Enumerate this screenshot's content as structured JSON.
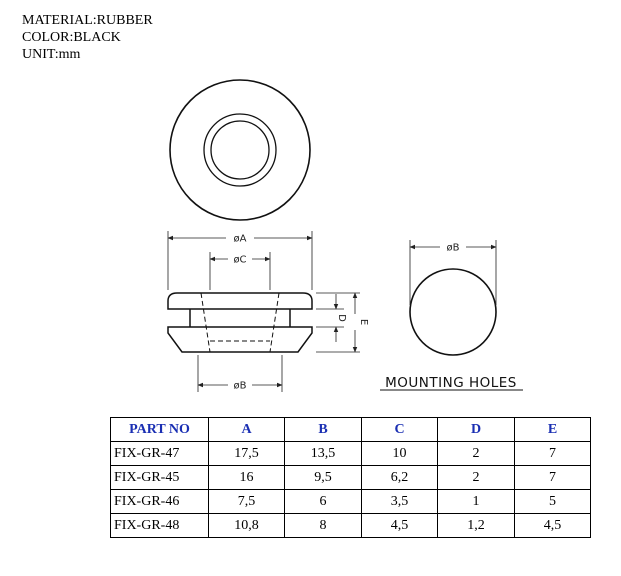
{
  "spec": {
    "material": "MATERIAL:RUBBER",
    "color": "COLOR:BLACK",
    "unit": "UNIT:mm"
  },
  "drawing": {
    "dim_a": "øA",
    "dim_b": "øB",
    "dim_c": "øC",
    "dim_d": "D",
    "dim_e": "E",
    "mount_dim_b": "øB",
    "mounting_holes": "MOUNTING HOLES"
  },
  "table": {
    "headers": [
      "PART NO",
      "A",
      "B",
      "C",
      "D",
      "E"
    ],
    "rows": [
      [
        "FIX-GR-47",
        "17,5",
        "13,5",
        "10",
        "2",
        "7"
      ],
      [
        "FIX-GR-45",
        "16",
        "9,5",
        "6,2",
        "2",
        "7"
      ],
      [
        "FIX-GR-46",
        "7,5",
        "6",
        "3,5",
        "1",
        "5"
      ],
      [
        "FIX-GR-48",
        "10,8",
        "8",
        "4,5",
        "1,2",
        "4,5"
      ]
    ]
  },
  "colors": {
    "header_text": "#1a2fb3",
    "line": "#000000"
  }
}
